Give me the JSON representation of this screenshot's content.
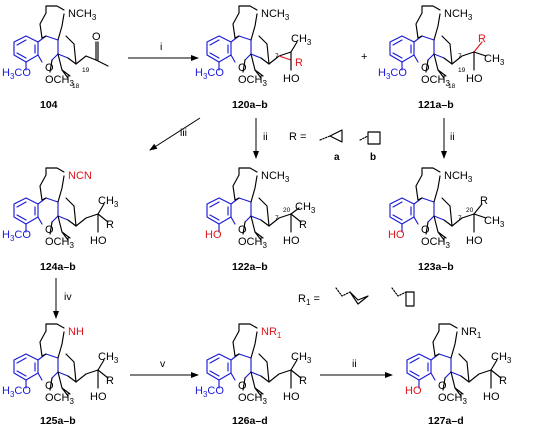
{
  "compounds": {
    "c104": "104",
    "c120": "120a–b",
    "c121": "121a–b",
    "c124": "124a–b",
    "c122": "122a–b",
    "c123": "123a–b",
    "c125": "125a–b",
    "c126": "126a–d",
    "c127": "127a–d"
  },
  "steps": {
    "s1": "i",
    "s2": "iii",
    "s3": "ii",
    "s4": "ii",
    "s5": "iv",
    "s6": "v",
    "s7": "ii"
  },
  "labels": {
    "nch3": "NCH3",
    "nch3_base": "NCH",
    "nch3_sub": "3",
    "h3co": "H3CO",
    "h3co_h": "H",
    "h3co_sub": "3",
    "h3co_co": "CO",
    "o_bridge": "O",
    "och3": "OCH3",
    "och3_base": "OCH",
    "och3_sub": "3",
    "ho": "HO",
    "ch3": "CH3",
    "ch3_base": "CH",
    "ch3_sub": "3",
    "r": "R",
    "o_keto": "O",
    "ncn": "NCN",
    "nh": "NH",
    "nr1": "NR",
    "nr1_sub": "1",
    "plus": "+",
    "num7": "7",
    "num18": "18",
    "num19": "19",
    "num20": "20",
    "r_def": "R =",
    "sub_a": "a",
    "sub_b": "b",
    "r1_def": "R",
    "r1_def_sub": "1",
    "r1_def_eq": "="
  },
  "colors": {
    "scaffold": "#1b1bd6",
    "highlight": "#e0141b",
    "bonds": "#000000"
  }
}
